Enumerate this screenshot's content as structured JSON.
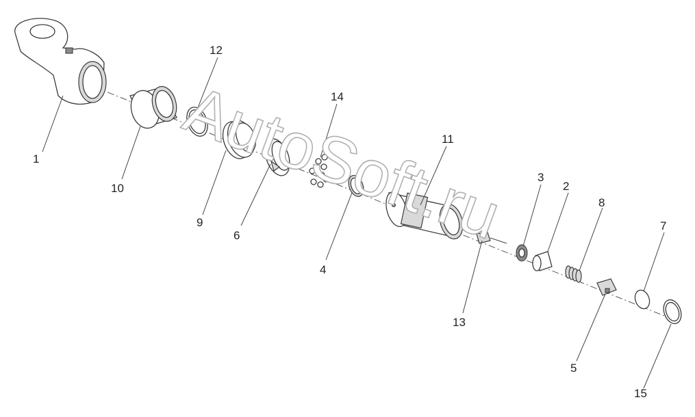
{
  "callouts": [
    {
      "id": "1",
      "text": "1"
    },
    {
      "id": "2",
      "text": "2"
    },
    {
      "id": "3",
      "text": "3"
    },
    {
      "id": "4",
      "text": "4"
    },
    {
      "id": "5",
      "text": "5"
    },
    {
      "id": "6",
      "text": "6"
    },
    {
      "id": "7",
      "text": "7"
    },
    {
      "id": "8",
      "text": "8"
    },
    {
      "id": "9",
      "text": "9"
    },
    {
      "id": "10",
      "text": "10"
    },
    {
      "id": "11",
      "text": "11"
    },
    {
      "id": "12",
      "text": "12"
    },
    {
      "id": "13",
      "text": "13"
    },
    {
      "id": "14",
      "text": "14"
    },
    {
      "id": "15",
      "text": "15"
    }
  ],
  "watermark": "AutoSoft.ru",
  "colors": {
    "line": "#3a3a3a",
    "shade": "#d9d9d9",
    "background": "#ffffff"
  }
}
